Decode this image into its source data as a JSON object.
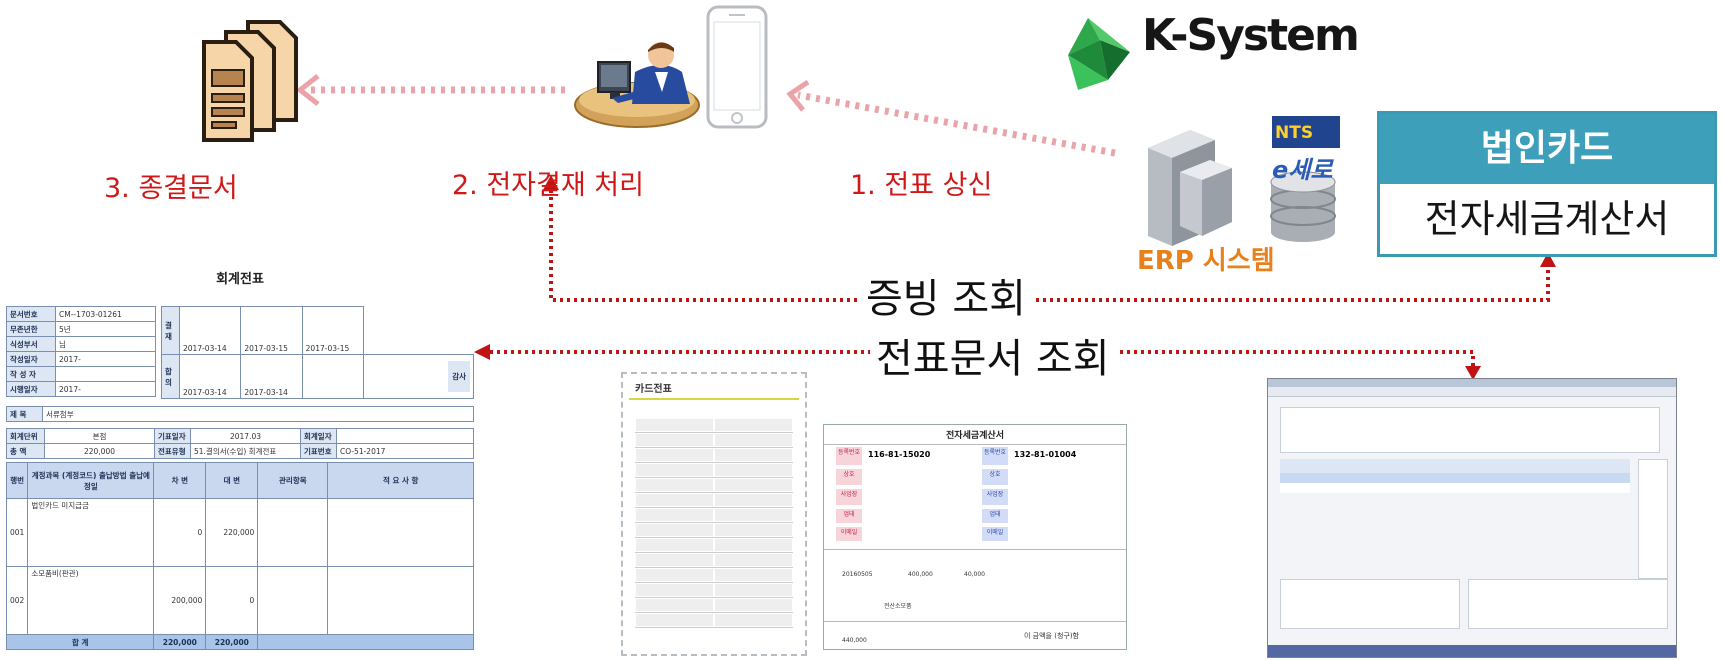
{
  "steps": {
    "step1": "1. 전표 상신",
    "step2": "2. 전자결재 처리",
    "step3": "3. 종결문서"
  },
  "queries": {
    "evidence": "증빙 조회",
    "voucher": "전표문서 조회"
  },
  "logo": {
    "name": "K-System",
    "erp_label": "ERP 시스템",
    "nts": "NTS",
    "esero": "e세로"
  },
  "card_box": {
    "top": "법인카드",
    "bottom": "전자세금계산서"
  },
  "accounting_slip": {
    "title": "회계전표",
    "fields": [
      {
        "label": "문서번호",
        "value": "CM--1703-01261"
      },
      {
        "label": "무존년한",
        "value": "5년"
      },
      {
        "label": "식성부서",
        "value": "님"
      },
      {
        "label": "작성일자",
        "value": "2017-"
      },
      {
        "label": "작 성 자",
        "value": ""
      },
      {
        "label": "시행일자",
        "value": "2017-"
      }
    ],
    "approval_side_1": "결재",
    "approval_side_2": "합의",
    "approval_side_3": "감사",
    "approval_dates_1": [
      "2017-03-14",
      "2017-03-15",
      "2017-03-15"
    ],
    "approval_dates_2": [
      "2017-03-14",
      "2017-03-14"
    ],
    "subject_label": "제 목",
    "subject_value": "서류첨부",
    "row2": [
      {
        "label": "회계단위",
        "value": "본점"
      },
      {
        "label": "기표일자",
        "value": "2017.03"
      },
      {
        "label": "회계일자",
        "value": ""
      }
    ],
    "row3": [
      {
        "label": "총 액",
        "value": "220,000"
      },
      {
        "label": "전표유형",
        "value": "51.결의서(수입) 회계전표"
      },
      {
        "label": "기표번호",
        "value": "CO-51-2017"
      }
    ],
    "columns": [
      "행번",
      "계정과목 (계정코드) 출납방법 출납예정일",
      "차 변",
      "대 변",
      "관리항목",
      "적 요 사 항"
    ],
    "rows": [
      {
        "no": "001",
        "account": "법인카드 미지급금",
        "debit": "0",
        "credit": "220,000"
      },
      {
        "no": "002",
        "account": "소모품비(판관)",
        "debit": "200,000",
        "credit": "0"
      }
    ],
    "total_label": "합 계",
    "total_debit": "220,000",
    "total_credit": "220,000"
  },
  "card_slip": {
    "title": "카드전표"
  },
  "tax_invoice": {
    "title": "전자세금계산서",
    "supplier_no": "116-81-15020",
    "buyer_no": "132-81-01004",
    "labels": [
      "등록번호",
      "상호",
      "사업장",
      "업태",
      "이메일"
    ],
    "date": "20160505",
    "supply": "400,000",
    "tax": "40,000",
    "item": "전산소모품",
    "total": "440,000",
    "footer": "이 금액을 (청구)함"
  },
  "colors": {
    "red": "#d01818",
    "card_teal": "#3d9fb9",
    "erp_orange": "#e8801c"
  },
  "icons": [
    "documents-icon",
    "user-at-desk-icon",
    "smartphone-icon",
    "k-system-logo-icon",
    "server-icon",
    "nts-logo-icon",
    "database-icon"
  ]
}
